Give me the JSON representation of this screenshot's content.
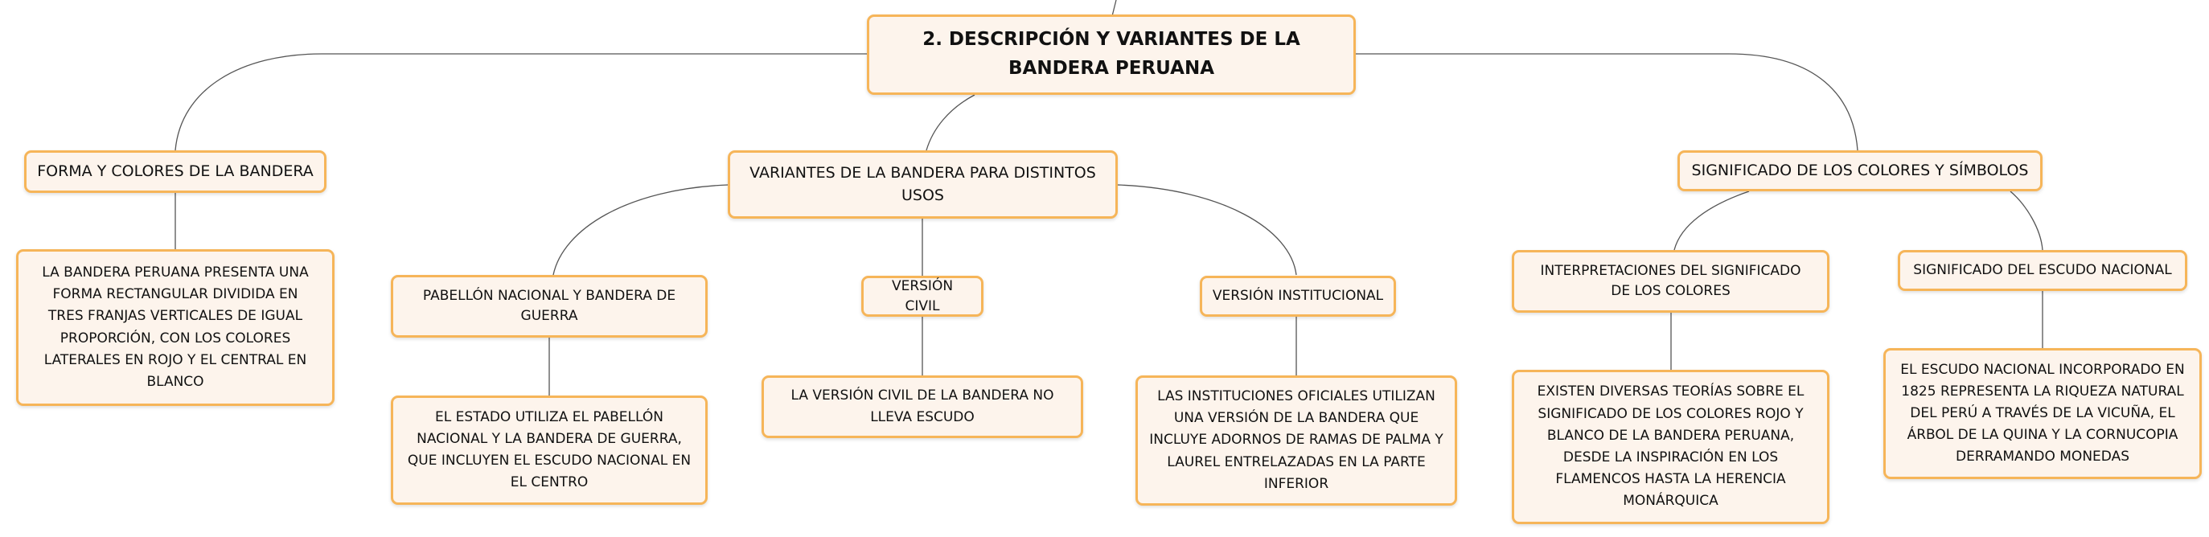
{
  "root": {
    "title": "2. DESCRIPCIÓN Y VARIANTES DE LA BANDERA PERUANA"
  },
  "branches": {
    "forma": {
      "title": "FORMA Y COLORES DE LA BANDERA",
      "detail": "LA BANDERA PERUANA PRESENTA UNA FORMA RECTANGULAR DIVIDIDA EN TRES FRANJAS VERTICALES DE IGUAL PROPORCIÓN, CON LOS COLORES LATERALES EN ROJO Y EL CENTRAL EN BLANCO"
    },
    "variantes": {
      "title": "VARIANTES DE LA BANDERA PARA DISTINTOS USOS",
      "pabellon": {
        "title": "PABELLÓN NACIONAL Y BANDERA DE GUERRA",
        "detail": "EL ESTADO UTILIZA EL PABELLÓN NACIONAL Y LA BANDERA DE GUERRA, QUE INCLUYEN EL ESCUDO NACIONAL EN EL CENTRO"
      },
      "civil": {
        "title": "VERSIÓN CIVIL",
        "detail": "LA VERSIÓN CIVIL DE LA BANDERA NO LLEVA ESCUDO"
      },
      "institucional": {
        "title": "VERSIÓN INSTITUCIONAL",
        "detail": "LAS INSTITUCIONES OFICIALES UTILIZAN UNA VERSIÓN DE LA BANDERA QUE INCLUYE ADORNOS DE RAMAS DE PALMA Y LAUREL ENTRELAZADAS EN LA PARTE INFERIOR"
      }
    },
    "significado": {
      "title": "SIGNIFICADO DE LOS COLORES Y SÍMBOLOS",
      "colores": {
        "title": "INTERPRETACIONES DEL SIGNIFICADO DE LOS COLORES",
        "detail": "EXISTEN DIVERSAS TEORÍAS SOBRE EL SIGNIFICADO DE LOS COLORES ROJO Y BLANCO DE LA BANDERA PERUANA, DESDE LA INSPIRACIÓN EN LOS FLAMENCOS HASTA LA HERENCIA MONÁRQUICA"
      },
      "escudo": {
        "title": "SIGNIFICADO DEL ESCUDO NACIONAL",
        "detail": "EL ESCUDO NACIONAL INCORPORADO EN 1825 REPRESENTA LA RIQUEZA NATURAL DEL PERÚ A TRAVÉS DE LA VICUÑA, EL ÁRBOL DE LA QUINA Y LA CORNUCOPIA DERRAMANDO MONEDAS"
      }
    }
  }
}
